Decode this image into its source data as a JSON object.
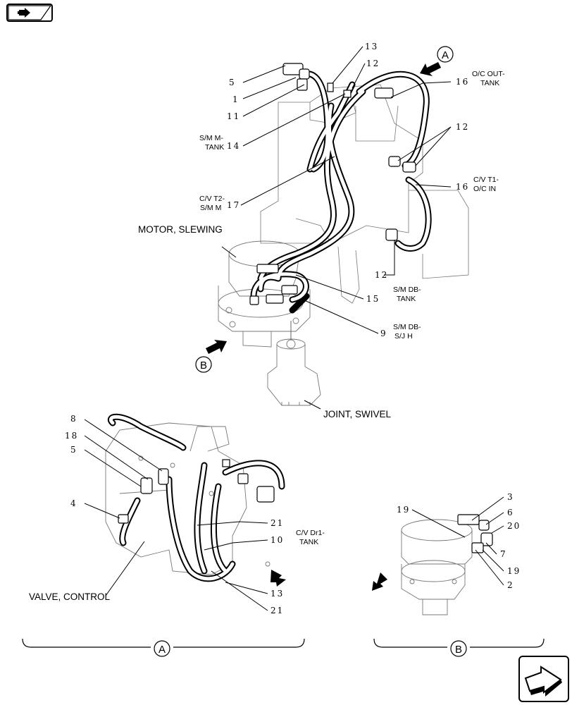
{
  "nav": {
    "prev_icon": "arrow-back-icon",
    "next_icon": "arrow-forward-icon"
  },
  "detail_markers": {
    "a": "A",
    "b": "B"
  },
  "callouts": {
    "c13_top": "13",
    "c12_top": "12",
    "c5_top": "5",
    "c1": "1",
    "c11": "11",
    "c14": "14",
    "c17": "17",
    "c16_top": "16",
    "c12_right": "12",
    "c16_mid": "16",
    "c12_low": "12",
    "c15": "15",
    "c9": "9",
    "c8": "8",
    "c18": "18",
    "c5_a": "5",
    "c4": "4",
    "c21_a": "21",
    "c10": "10",
    "c13_a": "13",
    "c21_b": "21",
    "c3": "3",
    "c6": "6",
    "c20": "20",
    "c19_a": "19",
    "c7": "7",
    "c19_b": "19",
    "c2": "2"
  },
  "hose_labels": {
    "oc_out_tank": [
      "O/C OUT-",
      "TANK"
    ],
    "sm_m_tank": [
      "S/M M-",
      "TANK"
    ],
    "cv_t1_oc_in": [
      "C/V T1-",
      "O/C IN"
    ],
    "cv_t2_sm_m": [
      "C/V T2-",
      "S/M M"
    ],
    "sm_db_tank": [
      "S/M DB-",
      "TANK"
    ],
    "sm_db_sj_h": [
      "S/M DB-",
      "S/J H"
    ],
    "cv_dr1_tank": [
      "C/V Dr1-",
      "TANK"
    ]
  },
  "components": {
    "motor_slewing": "MOTOR, SLEWING",
    "joint_swivel": "JOINT, SWIVEL",
    "valve_control": "VALVE, CONTROL"
  }
}
